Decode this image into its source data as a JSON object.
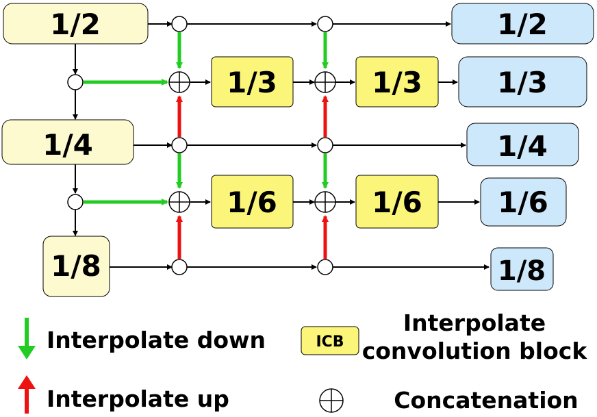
{
  "nodes": {
    "in_1_2": "1/2",
    "in_1_4": "1/4",
    "in_1_8": "1/8",
    "icb1_1_3": "1/3",
    "icb1_1_6": "1/6",
    "icb2_1_3": "1/3",
    "icb2_1_6": "1/6",
    "out_1_2": "1/2",
    "out_1_3": "1/3",
    "out_1_4": "1/4",
    "out_1_6": "1/6",
    "out_1_8": "1/8"
  },
  "legend": {
    "down": "Interpolate down",
    "up": "Interpolate up",
    "icb_tag": "ICB",
    "icb_line1": "Interpolate",
    "icb_line2": "convolution block",
    "concat": "Concatenation"
  },
  "colors": {
    "input_fill": "#fdfad0",
    "icb_fill": "#fbf67a",
    "output_fill": "#cde8fb",
    "down_arrow": "#22cc22",
    "up_arrow": "#ee1111",
    "line": "#000000"
  }
}
